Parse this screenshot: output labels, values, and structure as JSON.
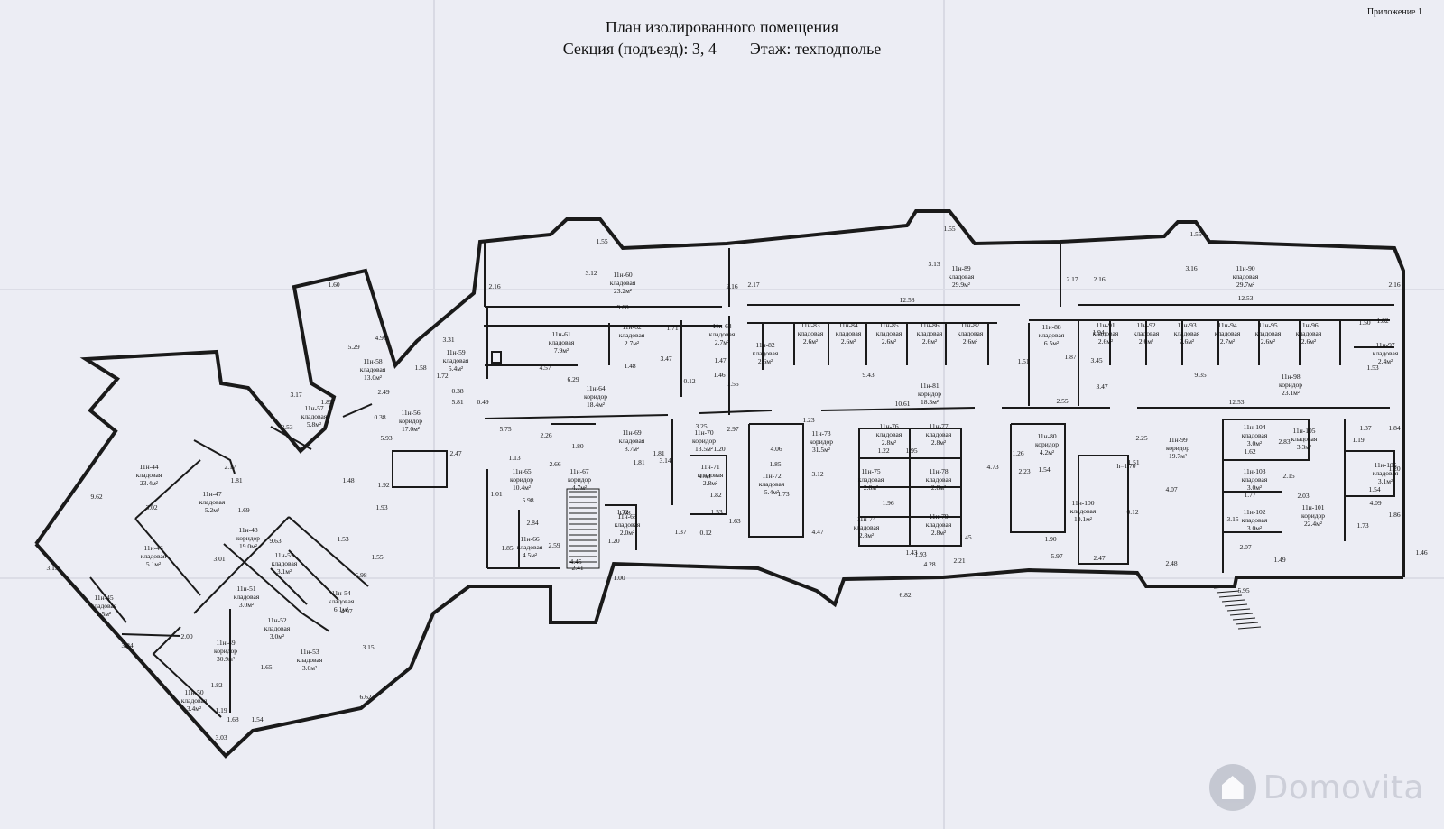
{
  "header": {
    "appendix": "Приложение 1",
    "title": "План изолированного помещения",
    "subtitle_section": "Секция (подъезд): 3, 4",
    "subtitle_floor": "Этаж: техподполье"
  },
  "rooms": [
    {
      "id": "11н-44",
      "type": "кладовая",
      "area": "23.4м²"
    },
    {
      "id": "11н-45",
      "type": "кладовая",
      "area": "2.5м²"
    },
    {
      "id": "11н-46",
      "type": "кладовая",
      "area": "5.1м²"
    },
    {
      "id": "11н-47",
      "type": "кладовая",
      "area": "5.2м²"
    },
    {
      "id": "11н-48",
      "type": "коридор",
      "area": "19.0м²"
    },
    {
      "id": "11н-49",
      "type": "коридор",
      "area": "30.9м²"
    },
    {
      "id": "11н-50",
      "type": "кладовая",
      "area": "3.4м²"
    },
    {
      "id": "11н-51",
      "type": "кладовая",
      "area": "3.0м²"
    },
    {
      "id": "11н-52",
      "type": "кладовая",
      "area": "3.0м²"
    },
    {
      "id": "11н-53",
      "type": "кладовая",
      "area": "3.0м²"
    },
    {
      "id": "11н-54",
      "type": "кладовая",
      "area": "6.1м²"
    },
    {
      "id": "11н-55",
      "type": "кладовая",
      "area": "3.1м²"
    },
    {
      "id": "11н-56",
      "type": "коридор",
      "area": "17.0м²"
    },
    {
      "id": "11н-57",
      "type": "кладовая",
      "area": "5.8м²"
    },
    {
      "id": "11н-58",
      "type": "кладовая",
      "area": "13.0м²"
    },
    {
      "id": "11н-59",
      "type": "кладовая",
      "area": "5.4м²"
    },
    {
      "id": "11н-60",
      "type": "кладовая",
      "area": "23.2м²"
    },
    {
      "id": "11н-61",
      "type": "кладовая",
      "area": "7.9м²"
    },
    {
      "id": "11н-62",
      "type": "кладовая",
      "area": "2.7м²"
    },
    {
      "id": "11н-63",
      "type": "кладовая",
      "area": "2.7м²"
    },
    {
      "id": "11н-64",
      "type": "коридор",
      "area": "18.4м²"
    },
    {
      "id": "11н-65",
      "type": "коридор",
      "area": "10.4м²"
    },
    {
      "id": "11н-66",
      "type": "кладовая",
      "area": "4.5м²"
    },
    {
      "id": "11н-67",
      "type": "коридор",
      "area": "4.7м²"
    },
    {
      "id": "11н-68",
      "type": "кладовая",
      "area": "2.0м²"
    },
    {
      "id": "11н-69",
      "type": "кладовая",
      "area": "8.7м²"
    },
    {
      "id": "11н-70",
      "type": "коридор",
      "area": "13.5м²"
    },
    {
      "id": "11н-71",
      "type": "кладовая",
      "area": "2.8м²"
    },
    {
      "id": "11н-72",
      "type": "кладовая",
      "area": "5.4м²"
    },
    {
      "id": "11н-73",
      "type": "коридор",
      "area": "31.5м²"
    },
    {
      "id": "11н-74",
      "type": "кладовая",
      "area": "2.8м²"
    },
    {
      "id": "11н-75",
      "type": "кладовая",
      "area": "2.8м²"
    },
    {
      "id": "11н-76",
      "type": "кладовая",
      "area": "2.8м²"
    },
    {
      "id": "11н-77",
      "type": "кладовая",
      "area": "2.8м²"
    },
    {
      "id": "11н-78",
      "type": "кладовая",
      "area": "2.8м²"
    },
    {
      "id": "11н-79",
      "type": "кладовая",
      "area": "2.8м²"
    },
    {
      "id": "11н-80",
      "type": "коридор",
      "area": "4.2м²"
    },
    {
      "id": "11н-81",
      "type": "коридор",
      "area": "18.3м²"
    },
    {
      "id": "11н-82",
      "type": "кладовая",
      "area": "2.6м²"
    },
    {
      "id": "11н-83",
      "type": "кладовая",
      "area": "2.6м²"
    },
    {
      "id": "11н-84",
      "type": "кладовая",
      "area": "2.6м²"
    },
    {
      "id": "11н-85",
      "type": "кладовая",
      "area": "2.6м²"
    },
    {
      "id": "11н-86",
      "type": "кладовая",
      "area": "2.6м²"
    },
    {
      "id": "11н-87",
      "type": "кладовая",
      "area": "2.6м²"
    },
    {
      "id": "11н-88",
      "type": "кладовая",
      "area": "6.5м²"
    },
    {
      "id": "11н-89",
      "type": "кладовая",
      "area": "29.9м²"
    },
    {
      "id": "11н-90",
      "type": "кладовая",
      "area": "29.7м²"
    },
    {
      "id": "11н-91",
      "type": "кладовая",
      "area": "2.6м²"
    },
    {
      "id": "11н-92",
      "type": "кладовая",
      "area": "2.6м²"
    },
    {
      "id": "11н-93",
      "type": "кладовая",
      "area": "2.6м²"
    },
    {
      "id": "11н-94",
      "type": "кладовая",
      "area": "2.7м²"
    },
    {
      "id": "11н-95",
      "type": "кладовая",
      "area": "2.6м²"
    },
    {
      "id": "11н-96",
      "type": "кладовая",
      "area": "2.6м²"
    },
    {
      "id": "11н-97",
      "type": "кладовая",
      "area": "2.4м²"
    },
    {
      "id": "11н-98",
      "type": "коридор",
      "area": "23.1м²"
    },
    {
      "id": "11н-99",
      "type": "коридор",
      "area": "19.7м²"
    },
    {
      "id": "11н-100",
      "type": "кладовая",
      "area": "10.1м²"
    },
    {
      "id": "11н-101",
      "type": "коридор",
      "area": "22.4м²"
    },
    {
      "id": "11н-102",
      "type": "кладовая",
      "area": "3.0м²"
    },
    {
      "id": "11н-103",
      "type": "кладовая",
      "area": "3.0м²"
    },
    {
      "id": "11н-104",
      "type": "кладовая",
      "area": "3.0м²"
    },
    {
      "id": "11н-105",
      "type": "кладовая",
      "area": "3.3м²"
    },
    {
      "id": "11н-106",
      "type": "кладовая",
      "area": "3.1м²"
    }
  ],
  "dimensions": [
    "1.55",
    "1.55",
    "1.55",
    "9.60",
    "12.58",
    "12.53",
    "3.12",
    "3.13",
    "3.16",
    "2.16",
    "2.17",
    "2.17",
    "2.16",
    "2.16",
    "2.16",
    "10.61",
    "12.53",
    "9.43",
    "9.35",
    "4.57",
    "6.29",
    "1.71",
    "1.48",
    "3.47",
    "1.47",
    "1.46",
    "0.12",
    "1.55",
    "1.60",
    "4.90",
    "5.29",
    "2.49",
    "3.31",
    "1.72",
    "1.58",
    "0.38",
    "0.49",
    "5.81",
    "3.17",
    "2.53",
    "1.85",
    "0.38",
    "5.93",
    "2.47",
    "1.92",
    "1.93",
    "1.48",
    "3.02",
    "9.62",
    "3.13",
    "2.17",
    "1.81",
    "1.69",
    "3.01",
    "9.63",
    "1.53",
    "1.55",
    "5.98",
    "4.97",
    "3.15",
    "6.62",
    "1.54",
    "3.03",
    "1.19",
    "1.68",
    "1.82",
    "2.00",
    "3.84",
    "1.65",
    "5.75",
    "2.26",
    "1.13",
    "1.80",
    "2.66",
    "1.01",
    "5.98",
    "2.84",
    "1.85",
    "2.59",
    "2.41",
    "4.45",
    "1.00",
    "1.72",
    "1.20",
    "1.08",
    "1.81",
    "1.37",
    "0.12",
    "1.81",
    "3.14",
    "3.25",
    "2.97",
    "1.20",
    "1.68",
    "1.82",
    "1.53",
    "1.63",
    "1.23",
    "4.06",
    "1.85",
    "1.73",
    "3.12",
    "4.47",
    "1.22",
    "1.95",
    "1.96",
    "1.93",
    "1.45",
    "4.73",
    "1.43",
    "4.28",
    "6.82",
    "2.21",
    "1.26",
    "1.54",
    "2.23",
    "1.90",
    "5.97",
    "2.25",
    "h=1.70",
    "1.51",
    "0.12",
    "2.47",
    "4.07",
    "2.48",
    "5.95",
    "2.55",
    "1.51",
    "1.87",
    "3.45",
    "3.47",
    "1.94",
    "1.53",
    "1.82",
    "1.50",
    "1.37",
    "1.84",
    "2.83",
    "1.19",
    "1.62",
    "1.77",
    "2.07",
    "2.03",
    "2.15",
    "3.15",
    "1.49",
    "1.46",
    "4.09",
    "1.54",
    "1.86",
    "1.73",
    "1.20",
    "3.16",
    "1.80"
  ],
  "watermark": {
    "brand": "Domovita"
  },
  "colors": {
    "paper": "#ecedf4",
    "ink": "#1a1a1a"
  }
}
